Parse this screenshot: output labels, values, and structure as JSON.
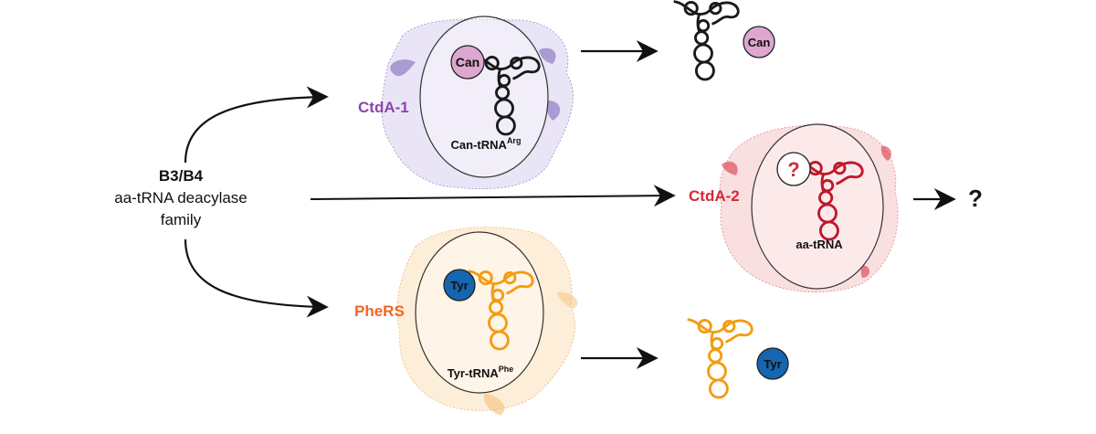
{
  "source": {
    "line1": "B3/B4",
    "line2": "aa-tRNA deacylase",
    "line3": "family"
  },
  "enzymes": {
    "ctda1": {
      "name": "CtdA-1",
      "color": "#8e44ad",
      "substrate_base": "Can-tRNA",
      "substrate_sup": "Arg",
      "aa": "Can",
      "aa_color": "#dda7cf"
    },
    "ctda2": {
      "name": "CtdA-2",
      "color": "#d62839",
      "substrate": "aa-tRNA",
      "aa": "?",
      "outcome": "?"
    },
    "phers": {
      "name": "PheRS",
      "color": "#f26522",
      "substrate_base": "Tyr-tRNA",
      "substrate_sup": "Phe",
      "aa": "Tyr",
      "aa_color": "#1565b0"
    }
  },
  "colors": {
    "trna_black": "#1a1a1a",
    "trna_red": "#c0182a",
    "trna_orange": "#f39c12",
    "protein_purple": "#cfc6ec",
    "protein_red": "#f6c9cc",
    "protein_orange": "#fbe3c1"
  }
}
